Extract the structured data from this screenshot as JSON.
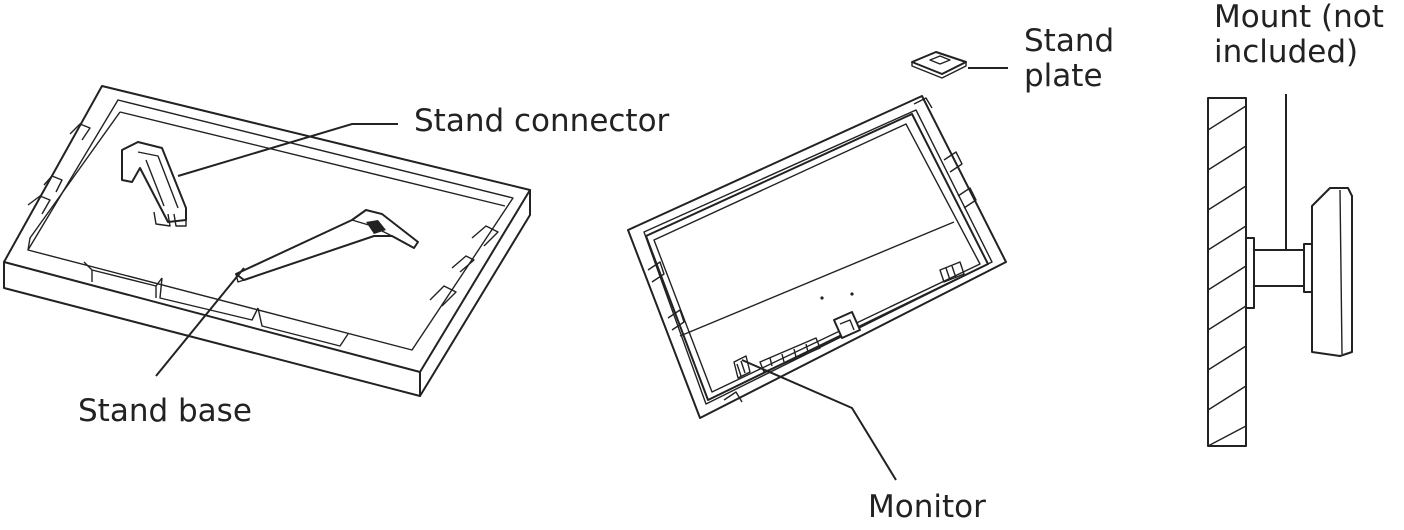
{
  "labels": {
    "stand_connector": "Stand connector",
    "stand_base": "Stand base",
    "stand_plate_line1": "Stand",
    "stand_plate_line2": "plate",
    "monitor": "Monitor",
    "mount_line1": "Mount (not",
    "mount_line2": "included)"
  }
}
